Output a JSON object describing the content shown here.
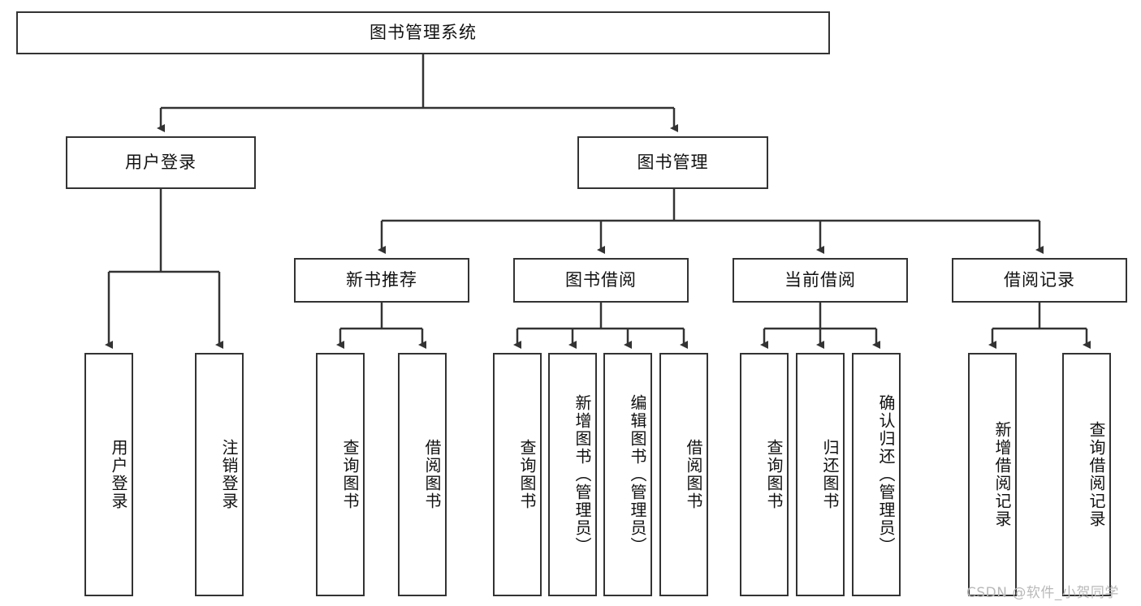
{
  "diagram": {
    "title": "图书管理系统",
    "watermark": "CSDN @软件_小贺同学",
    "colors": {
      "border": "#333333",
      "background": "#ffffff",
      "text": "#111111",
      "watermark": "#b9b9b9"
    },
    "nodes": {
      "root": {
        "label": "图书管理系统"
      },
      "level2": [
        {
          "id": "user-login",
          "label": "用户登录"
        },
        {
          "id": "book-manage",
          "label": "图书管理"
        }
      ],
      "level3": [
        {
          "id": "new-book-recommend",
          "label": "新书推荐"
        },
        {
          "id": "book-borrow",
          "label": "图书借阅"
        },
        {
          "id": "current-borrow",
          "label": "当前借阅"
        },
        {
          "id": "borrow-record",
          "label": "借阅记录"
        }
      ],
      "leaves": [
        {
          "id": "leaf-user-login",
          "label": "用户登录",
          "parent": "user-login"
        },
        {
          "id": "leaf-logout-login",
          "label": "注销登录",
          "parent": "user-login"
        },
        {
          "id": "leaf-query-book-1",
          "label": "查询图书",
          "parent": "new-book-recommend"
        },
        {
          "id": "leaf-borrow-book-1",
          "label": "借阅图书",
          "parent": "new-book-recommend"
        },
        {
          "id": "leaf-query-book-2",
          "label": "查询图书",
          "parent": "book-borrow"
        },
        {
          "id": "leaf-add-book",
          "label": "新增图书（管理员）",
          "parent": "book-borrow"
        },
        {
          "id": "leaf-edit-book",
          "label": "编辑图书（管理员）",
          "parent": "book-borrow"
        },
        {
          "id": "leaf-borrow-book-2",
          "label": "借阅图书",
          "parent": "book-borrow"
        },
        {
          "id": "leaf-query-book-3",
          "label": "查询图书",
          "parent": "current-borrow"
        },
        {
          "id": "leaf-return-book",
          "label": "归还图书",
          "parent": "current-borrow"
        },
        {
          "id": "leaf-confirm-return",
          "label": "确认归还（管理员）",
          "parent": "current-borrow"
        },
        {
          "id": "leaf-add-borrow-record",
          "label": "新增借阅记录",
          "parent": "borrow-record"
        },
        {
          "id": "leaf-query-borrow-record",
          "label": "查询借阅记录",
          "parent": "borrow-record"
        }
      ]
    }
  }
}
